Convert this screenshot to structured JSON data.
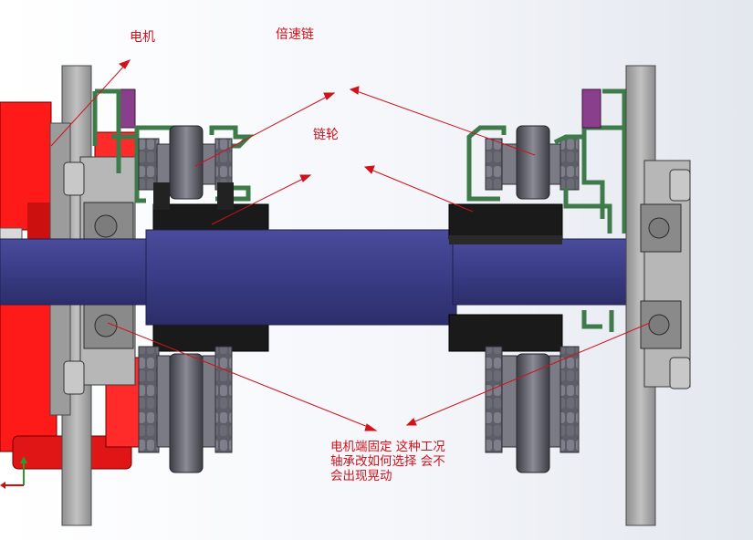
{
  "labels": {
    "motor": "电机",
    "chain": "倍速链",
    "sprocket": "链轮",
    "question_lines": [
      "电机端固定  这种工况",
      "轴承改如何选择  会不",
      "会出现晃动"
    ]
  },
  "colors": {
    "motor": "#ff1a1a",
    "shaft": "#3d3f8c",
    "hub": "#1a1a1a",
    "chain": "#55565f",
    "bracket": "#3f7a4a",
    "purple_block": "#8a3f8c",
    "plate": "#a8a8a8",
    "arrow": "#d0121b"
  }
}
